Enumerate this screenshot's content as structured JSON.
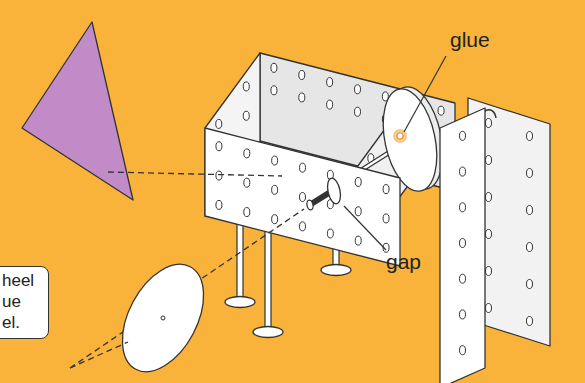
{
  "diagram": {
    "nodes": [
      {
        "text": [
          "heel ue el."
        ]
      }
    ],
    "labels": [
      "glue",
      "gap"
    ]
  }
}
